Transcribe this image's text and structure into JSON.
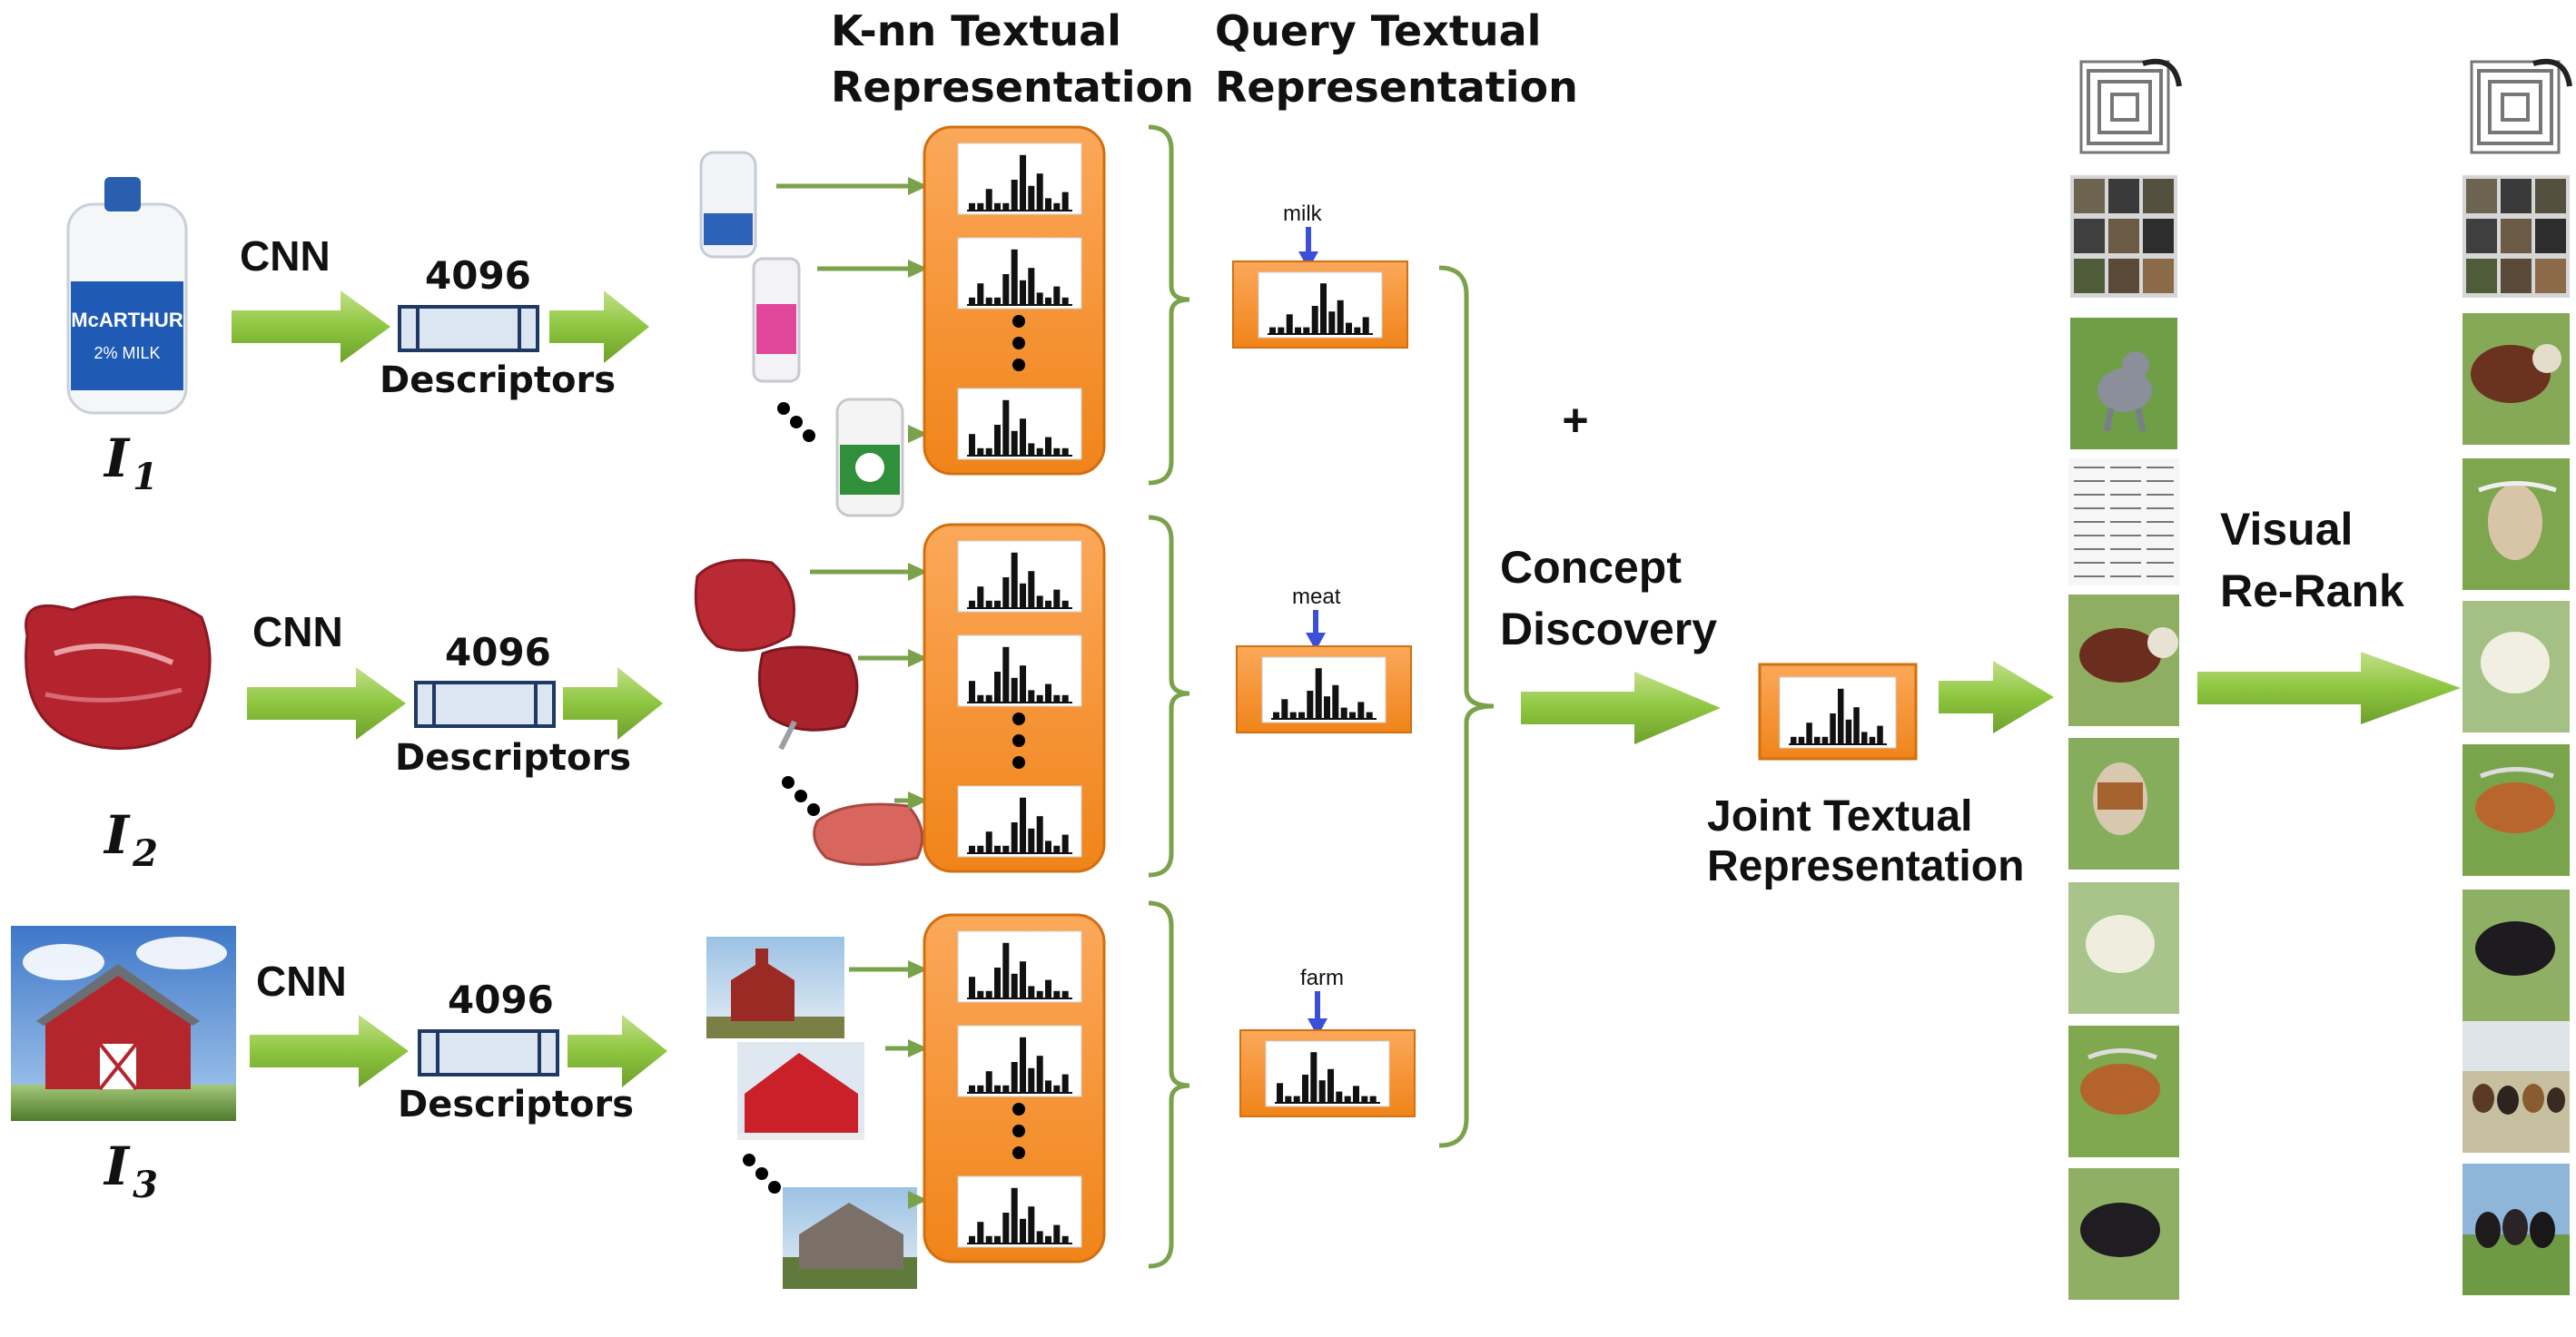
{
  "headers": {
    "knn_line1": "K-nn Textual",
    "knn_line2": "Representation",
    "query_line1": "Query Textual",
    "query_line2": "Representation"
  },
  "rows": [
    {
      "cnn": "CNN",
      "dims": "4096",
      "descriptors": "Descriptors",
      "label_main": "I",
      "label_sub": "1",
      "keyword": "milk"
    },
    {
      "cnn": "CNN",
      "dims": "4096",
      "descriptors": "Descriptors",
      "label_main": "I",
      "label_sub": "2",
      "keyword": "meat"
    },
    {
      "cnn": "CNN",
      "dims": "4096",
      "descriptors": "Descriptors",
      "label_main": "I",
      "label_sub": "3",
      "keyword": "farm"
    }
  ],
  "plus": "+",
  "concept": {
    "line1": "Concept",
    "line2": "Discovery"
  },
  "joint": {
    "line1": "Joint Textual",
    "line2": "Representation"
  },
  "rerank": {
    "line1": "Visual",
    "line2": "Re-Rank"
  },
  "colors": {
    "orange": "#f7922e",
    "arrow_green": "#8dc63f",
    "bracket_green": "#7aa24a",
    "descriptor_fill": "#dce6f2",
    "descriptor_stroke": "#1f3864",
    "keyword_arrow": "#3c4fd8"
  },
  "icons": {
    "milk": "milk-jug-photo",
    "meat": "steak-photo",
    "farm": "red-barn-photo",
    "cattle": "cattle-photo",
    "dog": "dog-photo",
    "maze": "maze-logo"
  }
}
